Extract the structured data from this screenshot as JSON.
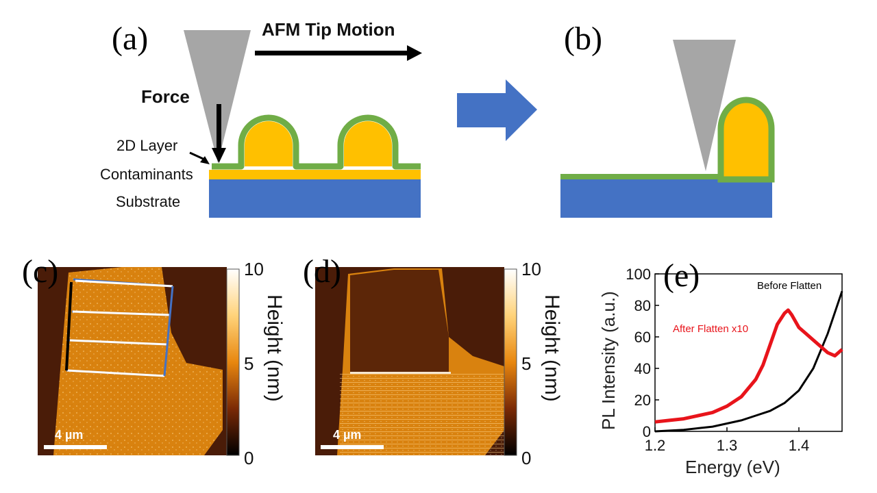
{
  "panels": {
    "a": {
      "letter": "(a)",
      "motion_label": "AFM Tip Motion",
      "force_label": "Force",
      "layer_label": "2D Layer",
      "contaminants_label": "Contaminants",
      "substrate_label": "Substrate"
    },
    "b": {
      "letter": "(b)"
    },
    "c": {
      "letter": "(c)",
      "scale_bar": "4 µm"
    },
    "d": {
      "letter": "(d)",
      "scale_bar": "4 µm"
    },
    "e": {
      "letter": "(e)"
    }
  },
  "colorbar": {
    "title": "Height (nm)",
    "ticks": [
      "10",
      "5",
      "0"
    ],
    "range": [
      0,
      10
    ]
  },
  "colors": {
    "tip": "#a6a6a6",
    "layer": "#70ad47",
    "contaminant": "#ffc000",
    "substrate": "#4472c4",
    "arrow": "#4472c4",
    "pl_before": "#000000",
    "pl_after": "#e8141b"
  },
  "chart_data": {
    "type": "line",
    "xlabel": "Energy (eV)",
    "ylabel": "PL Intensity (a.u.)",
    "xlim": [
      1.2,
      1.46
    ],
    "ylim": [
      0,
      100
    ],
    "xticks": [
      "1.2",
      "1.3",
      "1.4"
    ],
    "yticks": [
      "0",
      "20",
      "40",
      "60",
      "80",
      "100"
    ],
    "grid": false,
    "series": [
      {
        "name": "Before Flatten",
        "x": [
          1.2,
          1.22,
          1.24,
          1.26,
          1.28,
          1.3,
          1.32,
          1.34,
          1.36,
          1.38,
          1.4,
          1.42,
          1.44,
          1.46
        ],
        "y": [
          0,
          0.5,
          1,
          2,
          3,
          5,
          7,
          10,
          13,
          18,
          26,
          40,
          62,
          89
        ]
      },
      {
        "name": "After Flatten x10",
        "x": [
          1.2,
          1.22,
          1.24,
          1.26,
          1.28,
          1.3,
          1.32,
          1.34,
          1.35,
          1.36,
          1.37,
          1.38,
          1.385,
          1.39,
          1.4,
          1.41,
          1.42,
          1.43,
          1.44,
          1.45,
          1.46
        ],
        "y": [
          6,
          7,
          8,
          10,
          12,
          16,
          22,
          33,
          42,
          55,
          68,
          75,
          77,
          74,
          66,
          62,
          58,
          54,
          50,
          48,
          52
        ]
      }
    ]
  }
}
